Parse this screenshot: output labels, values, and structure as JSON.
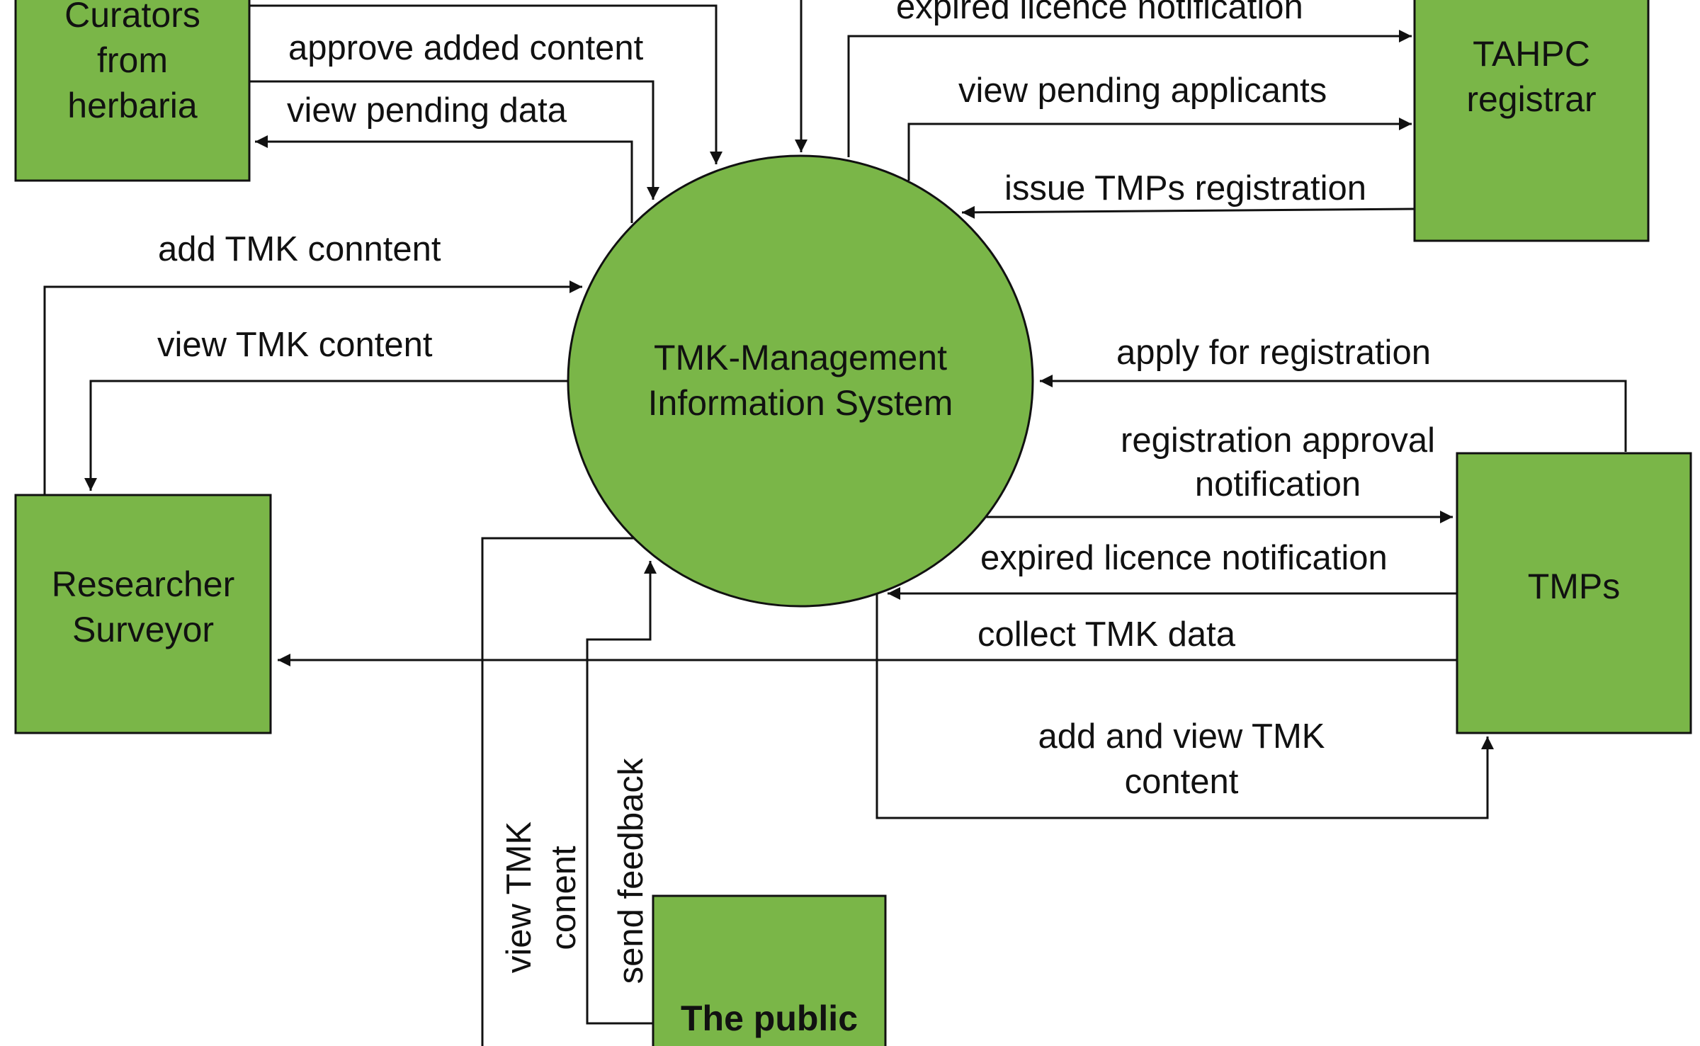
{
  "colors": {
    "fill": "#7ab648",
    "stroke": "#111111"
  },
  "system": {
    "line1": "TMK-Management",
    "line2": "Information System"
  },
  "entities": {
    "curators": {
      "line1": "Curators",
      "line2": "from",
      "line3": "herbaria"
    },
    "tahpc": {
      "line1": "TAHPC",
      "line2": "registrar"
    },
    "researcher": {
      "line1": "Researcher",
      "line2": "Surveyor"
    },
    "tmps": {
      "line1": "TMPs"
    },
    "public": {
      "line1": "The public"
    }
  },
  "flows": {
    "approve_added_content": "approve added content",
    "view_pending_data": "view pending data",
    "add_tmk_content": "add TMK conntent",
    "view_tmk_content": "view TMK  content",
    "expired_licence_top": "expired licence notification",
    "view_pending_applicants": "view pending applicants",
    "issue_tmps_registration": "issue TMPs registration",
    "apply_for_registration": "apply for registration",
    "registration_approval_1": "registration approval",
    "registration_approval_2": "notification",
    "expired_licence_bottom": "expired licence notification",
    "collect_tmk_data": "collect TMK data",
    "add_view_tmk_1": "add  and view TMK",
    "add_view_tmk_2": "content",
    "view_tmk_conent_1": "view TMK",
    "view_tmk_conent_2": "conent",
    "send_feedback": "send feedback"
  }
}
